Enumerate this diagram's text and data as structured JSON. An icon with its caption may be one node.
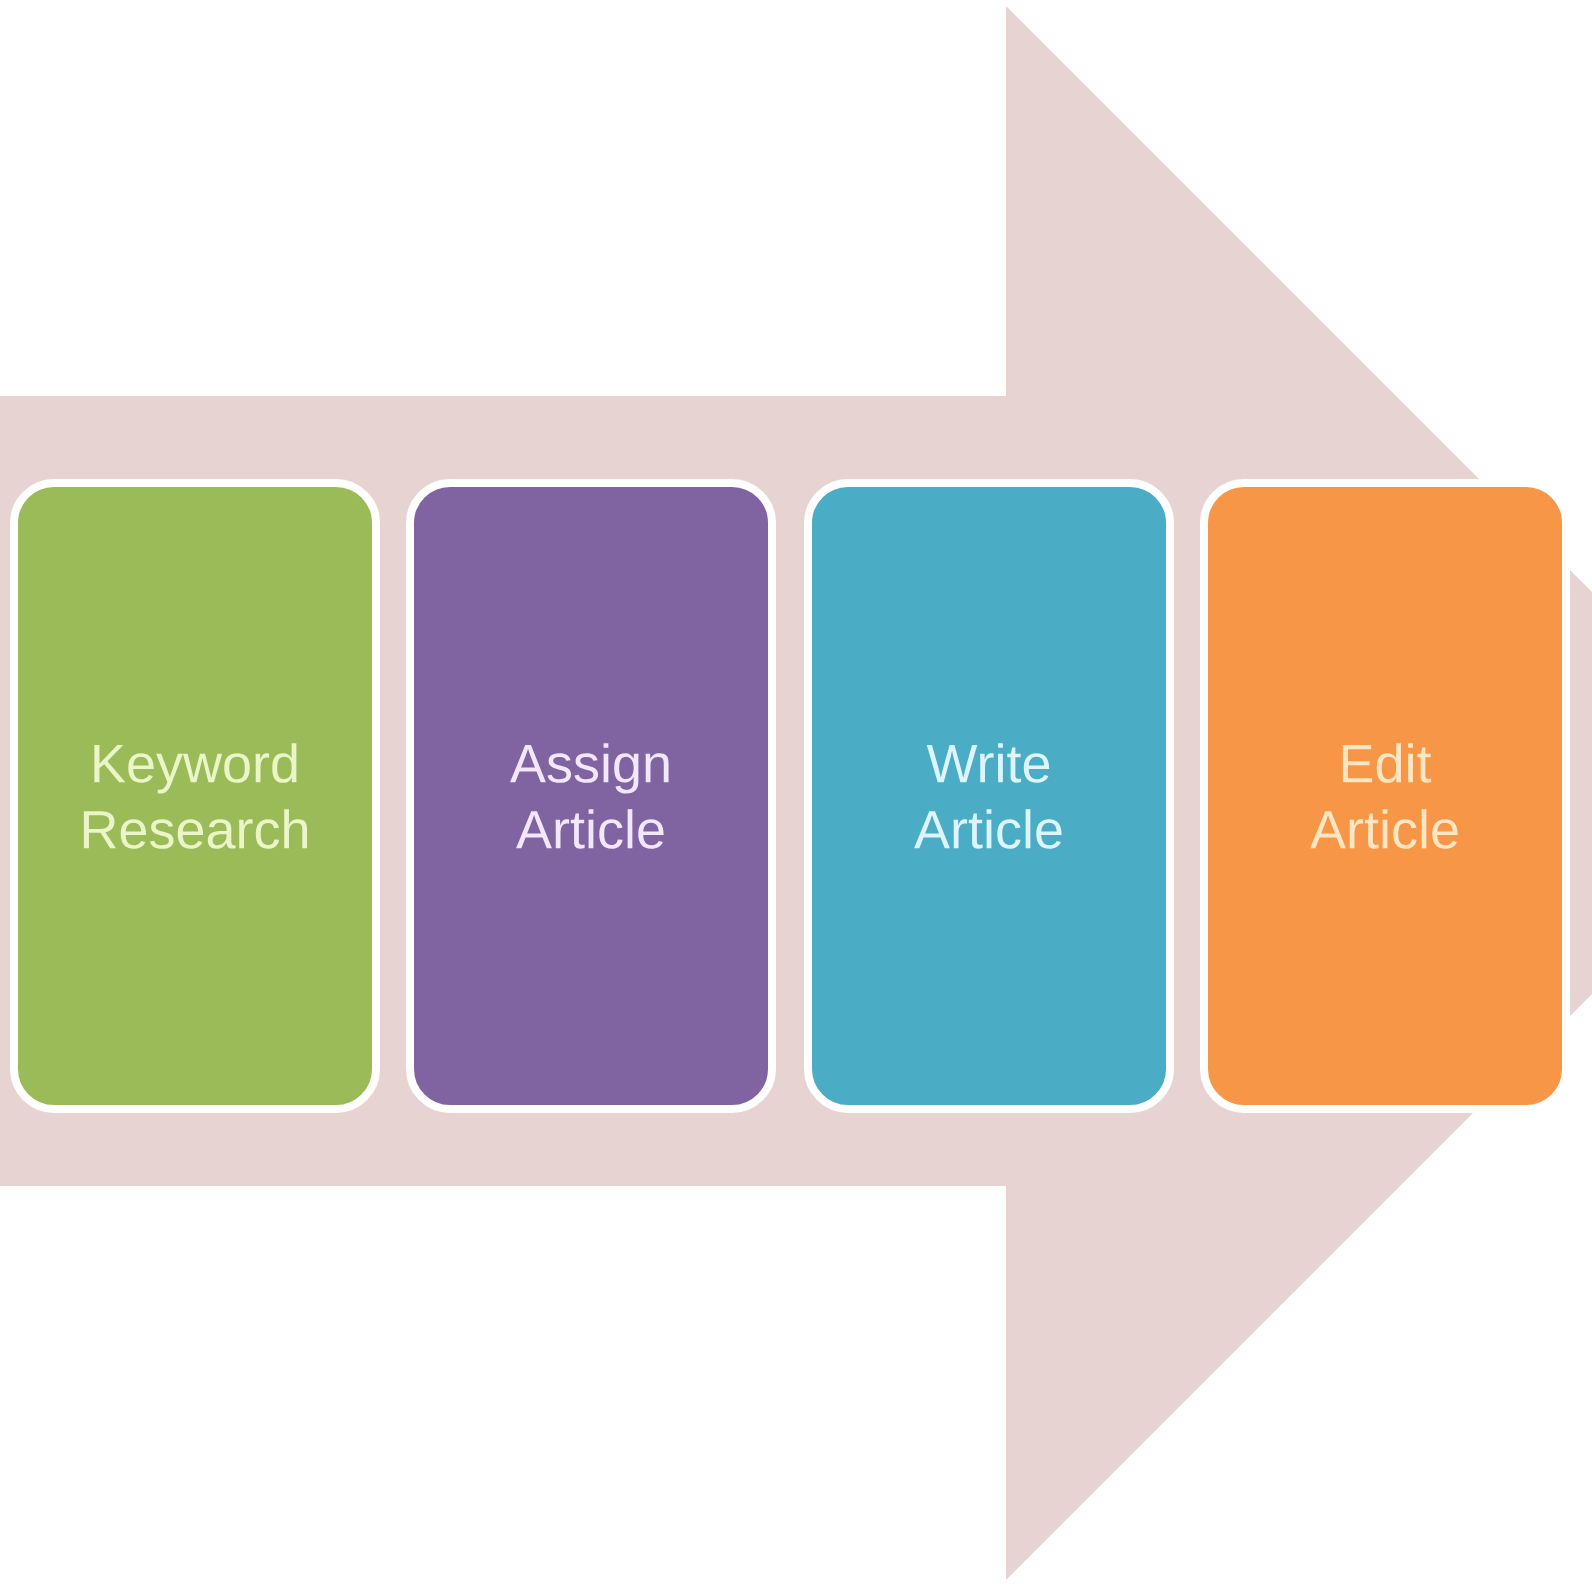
{
  "diagram": {
    "nodes": [
      {
        "text": [
          "Keyword Research"
        ]
      },
      {
        "text": [
          "Assign Article"
        ]
      },
      {
        "text": [
          "Write Article"
        ]
      },
      {
        "text": [
          "Edit Article"
        ]
      }
    ]
  }
}
